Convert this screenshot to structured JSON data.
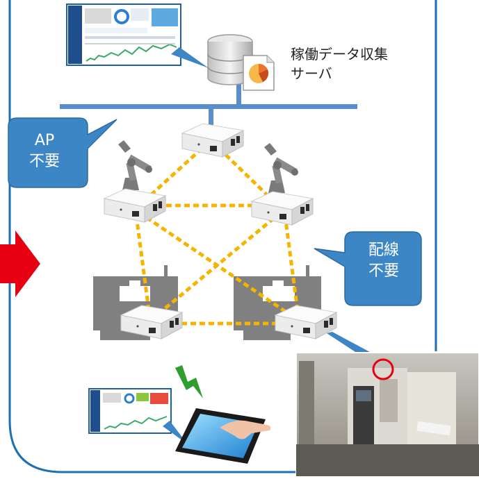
{
  "server": {
    "label_line1": "稼働データ収集",
    "label_line2": "サーバ"
  },
  "callouts": {
    "ap": {
      "line1": "AP",
      "line2": "不要"
    },
    "wiring": {
      "line1": "配線",
      "line2": "不要"
    }
  },
  "colors": {
    "frame": "#1f6fb5",
    "callout_fill": "#3d86c6",
    "mesh_link": "#f4b400",
    "arrow": "#e60012",
    "machine": "#808080",
    "bus": "#5a8ecb"
  }
}
